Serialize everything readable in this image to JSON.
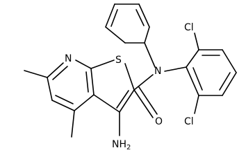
{
  "molecule": {
    "atoms": {
      "n_pyridine": "N",
      "s_thiophene": "S",
      "n_amide": "N",
      "o_carbonyl": "O",
      "cl_top": "Cl",
      "cl_bottom": "Cl",
      "nh2_main": "NH",
      "nh2_sub": "2"
    }
  }
}
